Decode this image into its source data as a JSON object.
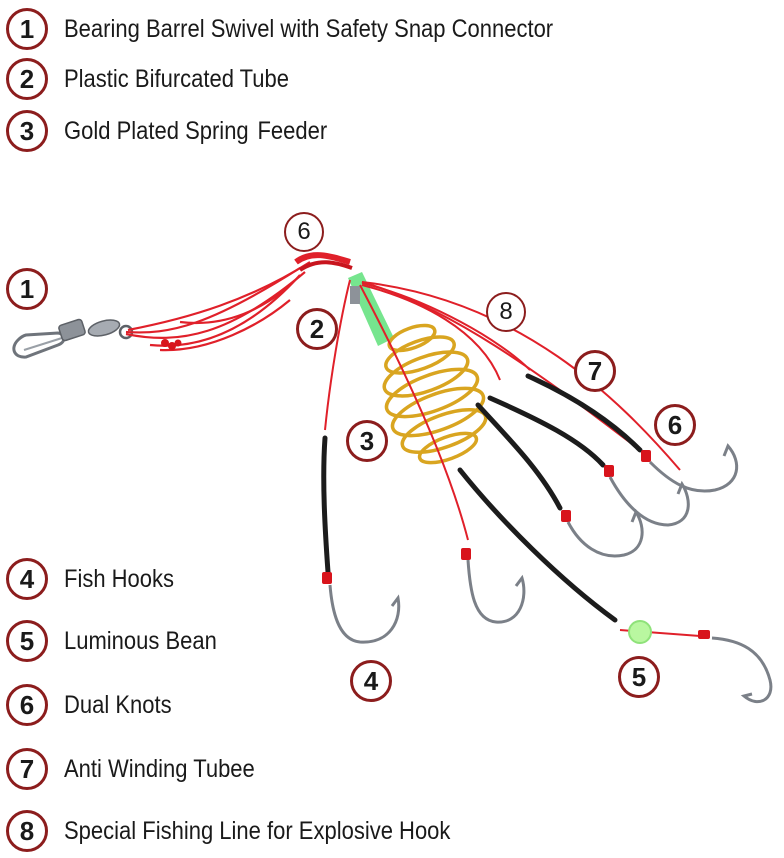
{
  "legend_top": [
    {
      "num": "1",
      "text": "Bearing Barrel Swivel with Safety Snap Connector"
    },
    {
      "num": "2",
      "text": "Plastic Bifurcated Tube"
    },
    {
      "num": "3",
      "text": "Gold Plated Spring",
      "suffix": "Feeder"
    }
  ],
  "legend_bottom": [
    {
      "num": "4",
      "text": "Fish Hooks"
    },
    {
      "num": "5",
      "text": "Luminous Bean"
    },
    {
      "num": "6",
      "text": "Dual Knots"
    },
    {
      "num": "7",
      "text": "Anti Winding Tubee"
    },
    {
      "num": "8",
      "text": "Special Fishing Line for Explosive Hook"
    }
  ],
  "callouts": {
    "swivel": "1",
    "tube": "2",
    "spring": "3",
    "hook": "4",
    "bean": "5",
    "knot_top": "6",
    "knot_right": "6",
    "anti_winding": "7",
    "line": "8"
  },
  "colors": {
    "circle_border": "#8c1d1d",
    "line_red": "#e0202a",
    "tube_black": "#1c1c1c",
    "spring_gold": "#d9a520",
    "tube_green": "#5ee07a",
    "bean_glow": "#b9f7a0",
    "hook_steel": "#7b8088"
  }
}
